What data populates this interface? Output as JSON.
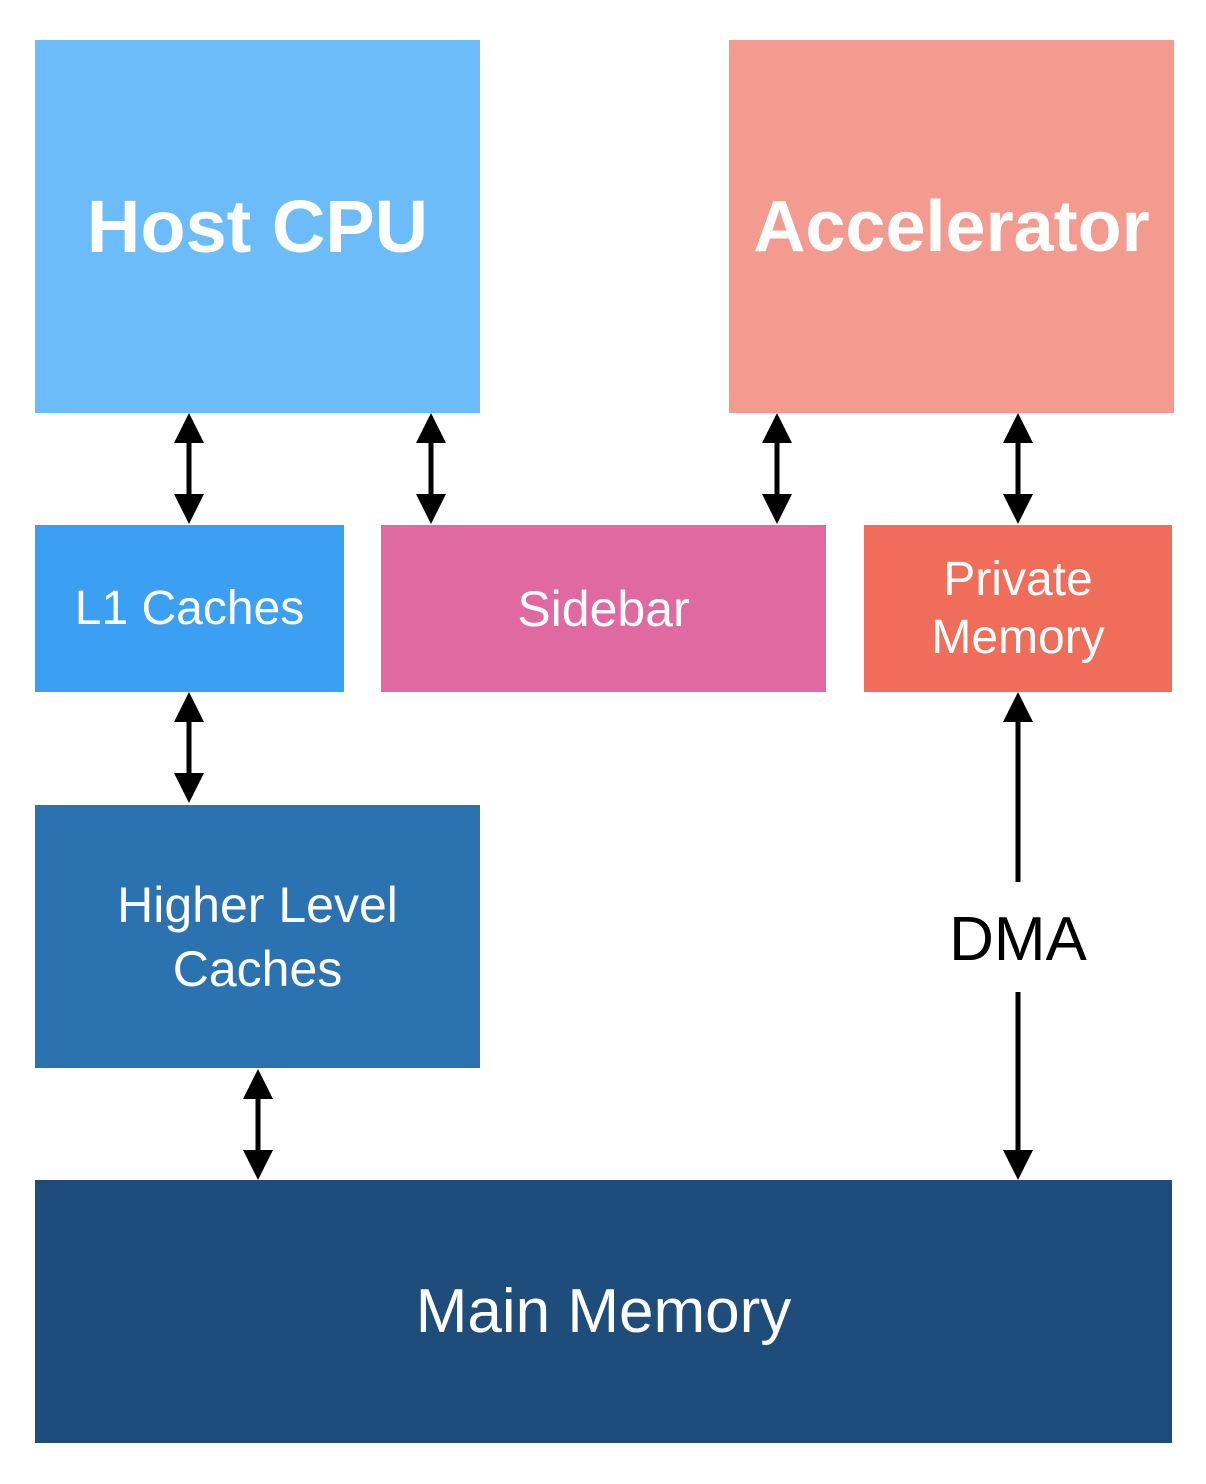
{
  "colors": {
    "host_cpu": "#6bbcf8",
    "accelerator": "#f39b8f",
    "l1_caches": "#3b9ff2",
    "sidebar": "#e169a2",
    "private_memory": "#f06d5a",
    "higher_caches": "#2b72b0",
    "main_memory": "#1e4c7b",
    "arrow": "#000000"
  },
  "nodes": {
    "host_cpu": "Host CPU",
    "accelerator": "Accelerator",
    "l1_caches": "L1 Caches",
    "sidebar": "Sidebar",
    "private_memory_line1": "Private",
    "private_memory_line2": "Memory",
    "higher_caches_line1": "Higher Level",
    "higher_caches_line2": "Caches",
    "main_memory": "Main Memory"
  },
  "edges": [
    {
      "from": "Host CPU",
      "to": "L1 Caches",
      "direction": "bidirectional"
    },
    {
      "from": "Host CPU",
      "to": "Sidebar",
      "direction": "bidirectional"
    },
    {
      "from": "Accelerator",
      "to": "Sidebar",
      "direction": "bidirectional"
    },
    {
      "from": "Accelerator",
      "to": "Private Memory",
      "direction": "bidirectional"
    },
    {
      "from": "L1 Caches",
      "to": "Higher Level Caches",
      "direction": "bidirectional"
    },
    {
      "from": "Higher Level Caches",
      "to": "Main Memory",
      "direction": "bidirectional"
    },
    {
      "from": "Private Memory",
      "to": "Main Memory",
      "direction": "bidirectional",
      "label": "DMA"
    }
  ],
  "dma_label": "DMA"
}
